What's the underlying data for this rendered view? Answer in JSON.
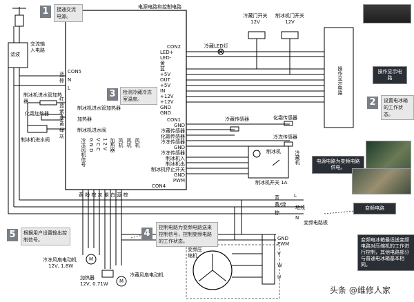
{
  "callouts": [
    {
      "num": "1",
      "text": "接通交流电源。"
    },
    {
      "num": "2",
      "text": "设置电冰箱的工作状态。"
    },
    {
      "num": "3",
      "text": "检测冷藏冷冻室温度。"
    },
    {
      "num": "4",
      "text": "控制电路为变频电路送来控制信号，控制变频电路的工作状态。"
    },
    {
      "num": "5",
      "text": "根据用户设置输出控制信号。"
    }
  ],
  "board": {
    "title": "电源电路和控制电路",
    "con2": "CON2",
    "con5": "CON5",
    "con1": "CON1",
    "con4": "CON4",
    "con2_pins": [
      "LED+",
      "LED-",
      "黄",
      "蓝",
      "+5V",
      "OUT",
      "+5V",
      "IN",
      "+12V",
      "+12V",
      "GND",
      "GND"
    ],
    "con5_pins": [
      "N",
      "L"
    ],
    "con1_pins": [
      "GND",
      "冷藏传感器",
      "化霜传感器",
      "冷冻传感器",
      "GND",
      "冷冻传感器"
    ],
    "con1b_pins": [
      "制冰机入",
      "制冰机出",
      "制冰机停止开关",
      "GND",
      "PWM"
    ],
    "con5_labels": [
      "制冰机进水管加热器",
      "加热器",
      "制冰机进水阀"
    ],
    "con4_headers": [
      "冷冻风机信号",
      "G N D",
      "V C C",
      "1 2 V",
      "加热器",
      "风机",
      "风机",
      "风机"
    ],
    "con4_bottom": "黄 粉 棕 灰 紫 白 蓝 棕"
  },
  "left_section": {
    "filter": "滤波",
    "power_in": "交流输入电路",
    "pipe_heater": "制冰机进水管加热器",
    "defrost_heater": "化霜加热器",
    "valve": "制冰机进水阀"
  },
  "wire_colors": [
    "蓝",
    "棕",
    "红",
    "蓝",
    "紫",
    "灰",
    "黄",
    "绿",
    "灰"
  ],
  "top": {
    "fridge_door": "冷藏门开关",
    "fridge_door_v": "12V",
    "freezer_door": "制冰机门开关",
    "freezer_door_v": "12V",
    "led": "冷藏LED灯"
  },
  "display": {
    "label": "操作显示电路",
    "caption": "操作显示电路"
  },
  "sensors": {
    "fridge": "冷藏传感器",
    "defrost": "化霜传感器",
    "freezer": "冷冻传感器"
  },
  "icemaker": {
    "motor": "制冰机",
    "switch": "制冰机开关 1A",
    "label": "冷藏机",
    "power_text": "电源电路为变频电路供电。"
  },
  "power_lines": {
    "line_l": "L",
    "line_ground": "黄/绿",
    "line_n": "N",
    "ground_label": "地线",
    "blue": "蓝",
    "brown": "棕"
  },
  "inverter": {
    "board_label": "变频电路板",
    "photo_label": "变频电路",
    "gnd": "GND",
    "pwm": "PWM",
    "v": "V",
    "w": "W",
    "u": "U",
    "compressor": "变频压缩机",
    "note": "变频电冰箱最适送变频电路对压缩机的工作进行控制，其他电路部分与普通电冰箱基本相同。"
  },
  "bottom": {
    "fan_motor": "冷冻风扇电动机",
    "fan_spec": "12V, 1.8W",
    "heater": "加热器",
    "heater_spec": "12V, 0.71W",
    "fridge_fan": "冷藏风扇电动机",
    "motor_m": "M"
  },
  "watermark": "头条 @维修人家"
}
